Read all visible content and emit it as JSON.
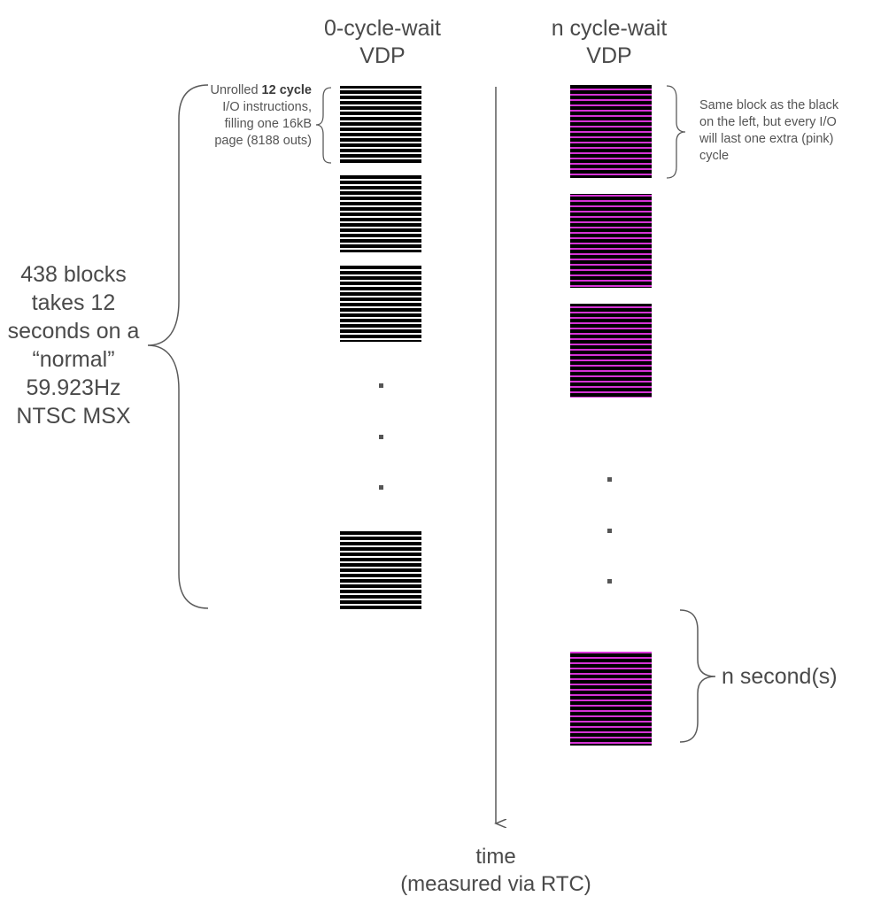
{
  "left_column": {
    "title_line1": "0-cycle-wait",
    "title_line2": "VDP",
    "block_color": "#000000",
    "note": {
      "pre": "Unrolled ",
      "bold": "12 cycle",
      "post": " I/O instructions, filling one 16kB page (8188 outs)"
    },
    "summary": "438 blocks takes 12 seconds on a “normal” 59.923Hz NTSC MSX"
  },
  "right_column": {
    "title_line1": "n cycle-wait",
    "title_line2": "VDP",
    "block_color": "#000000",
    "stripe_color": "#d633d6",
    "note": "Same block as the black on the left, but every I/O will last one extra (pink) cycle",
    "duration_label": "n second(s)"
  },
  "axis": {
    "label_line1": "time",
    "label_line2": "(measured via RTC)"
  },
  "colors": {
    "text": "#4a4a4a",
    "lines": "#5a5a5a",
    "dots": "#555555"
  }
}
